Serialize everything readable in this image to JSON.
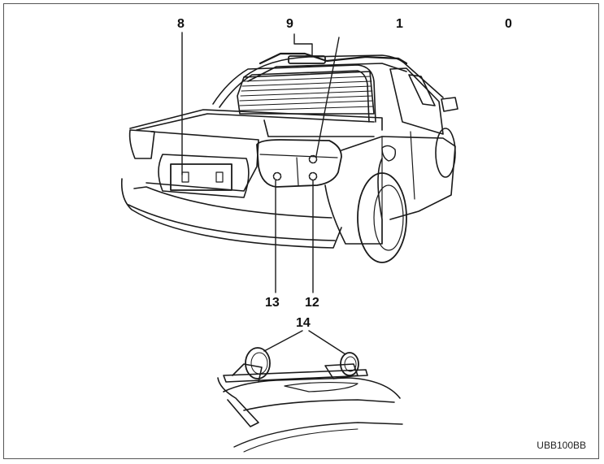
{
  "callouts": {
    "c8": "8",
    "c9": "9",
    "c1": "1",
    "c0": "0",
    "c13": "13",
    "c12": "12",
    "c14": "14"
  },
  "figure_code": "UBB100BB",
  "colors": {
    "line": "#1a1a1a",
    "border": "#555555"
  }
}
